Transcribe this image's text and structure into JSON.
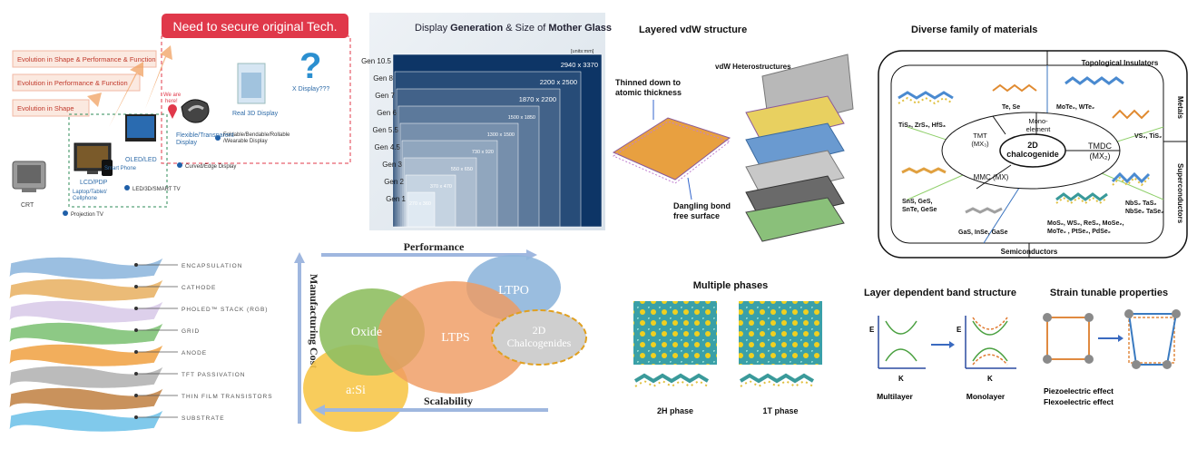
{
  "evolution": {
    "banner": "Need to secure original Tech.",
    "stages": [
      "Evolution in Shape & Performance & Function",
      "Evolution in Performance & Function",
      "Evolution in Shape"
    ],
    "devices": {
      "crt": "CRT",
      "lcd": "LCD/PDP",
      "smartphone": "Smart Phone",
      "oled": "OLED/LED",
      "laptop": "Laptop/Tablet/\nCellphone",
      "led3d": "LED/3D/SMART TV",
      "projection": "Projection TV",
      "curved": "Curved/Edge Display",
      "flexible": "Flexible/Transparent\nDisplay",
      "foldable": "Foldable/Bendable/Rollable\n/Wearable Display",
      "real3d": "Real 3D Display",
      "xdisplay": "X Display???",
      "we_are_here": "We are\nhere!"
    }
  },
  "generation": {
    "title_parts": [
      "Display ",
      "Generation",
      " & Size of ",
      "Mother Glass"
    ],
    "units": "[units:mm]",
    "gens": [
      {
        "label": "Gen 10.5",
        "size": "2940 x 3370"
      },
      {
        "label": "Gen 8",
        "size": "2200 x 2500"
      },
      {
        "label": "Gen 7",
        "size": "1870 x 2200"
      },
      {
        "label": "Gen 6",
        "size": "1500 x 1850"
      },
      {
        "label": "Gen 5.5",
        "size": "1300 x 1500"
      },
      {
        "label": "Gen 4.5",
        "size": "730 x 920"
      },
      {
        "label": "Gen 3",
        "size": "550 x 650"
      },
      {
        "label": "Gen 2",
        "size": "370 x 470"
      },
      {
        "label": "Gen 1",
        "size": "270 x 360"
      }
    ]
  },
  "oled_stack": {
    "layers": [
      "ENCAPSULATION",
      "CATHODE",
      "PHOLED™ STACK (RGB)",
      "GRID",
      "ANODE",
      "TFT PASSIVATION",
      "THIN FILM TRANSISTORS",
      "SUBSTRATE"
    ]
  },
  "venn": {
    "performance": "Performance",
    "scalability": "Scalability",
    "cost": "Manufacturing Cost",
    "ltpo": "LTPO",
    "oxide": "Oxide",
    "ltps": "LTPS",
    "asi": "a:Si",
    "chalco": "2D\nChalcogenides"
  },
  "vdw": {
    "title": "Layered vdW structure",
    "hetero": "vdW Heterostructures",
    "thinned": "Thinned down to\natomic thickness",
    "dangling": "Dangling bond\nfree surface"
  },
  "family": {
    "title": "Diverse family of materials",
    "center": "2D\nchalcogenide",
    "topological": "Topological  Insulators",
    "metals": "Metals",
    "superconductors": "Superconductors",
    "semiconductors": "Semiconductors",
    "tmt": "TMT\n(MX₃)",
    "mono": "Mono-\nelement",
    "tmdc": "TMDC\n(MX₂)",
    "mmc": "MMC (MX)",
    "te_se": "Te, Se",
    "mote2": "MoTe₂, WTe₂",
    "tis3": "TiS₃, ZrS₃, HfS₃",
    "vs2": "VS₂, TiS₂",
    "nbs2": "NbS₂ TaS₂\nNbSe₂ TaSe₂",
    "sns": "SnS, GeS,\nSnTe, GeSe",
    "gas": "GaS, InSe, GaSe",
    "mos2": "MoS₂, WS₂, ReS₂, MoSe₂,\nMoTe₂ , PtSe₂, PdSe₂"
  },
  "phases": {
    "title": "Multiple phases",
    "h2": "2H phase",
    "t1": "1T phase"
  },
  "band": {
    "title": "Layer dependent band structure",
    "e1": "E",
    "k1": "K",
    "e2": "E",
    "k2": "K",
    "multi": "Multilayer",
    "mono": "Monolayer"
  },
  "strain": {
    "title": "Strain tunable properties",
    "piezo": "Piezoelectric effect",
    "flexo": "Flexoelectric effect"
  },
  "colors": {
    "banner_red": "#e0384a",
    "gen_dark": "#0d3566",
    "venn_green": "#8fbf62",
    "venn_orange": "#ef9b62",
    "venn_yellow": "#f7c64a",
    "venn_blue": "#8fb6dc",
    "arrow_blue": "#9fb7df"
  }
}
